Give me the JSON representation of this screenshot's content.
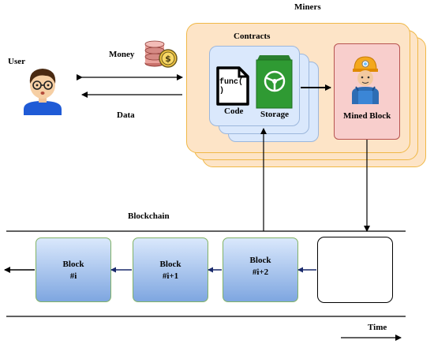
{
  "labels": {
    "user": "User",
    "money": "Money",
    "data": "Data",
    "miners": "Miners",
    "contracts": "Contracts",
    "code": "Code",
    "storage": "Storage",
    "mined_block": "Mined Block",
    "blockchain": "Blockchain",
    "time": "Time",
    "func_text": "func( )"
  },
  "blocks": [
    {
      "title": "Block",
      "index": "#i"
    },
    {
      "title": "Block",
      "index": "#i+1"
    },
    {
      "title": "Block",
      "index": "#i+2"
    }
  ],
  "colors": {
    "miner_fill": "#fde4c7",
    "miner_border": "#f0b847",
    "contract_fill": "#dae8fc",
    "mined_block_fill": "#f8cecc",
    "storage_green": "#2f9a33",
    "chain_block_gradient_bottom": "#7ea6e0",
    "chain_arrow": "#1a2a6c"
  }
}
